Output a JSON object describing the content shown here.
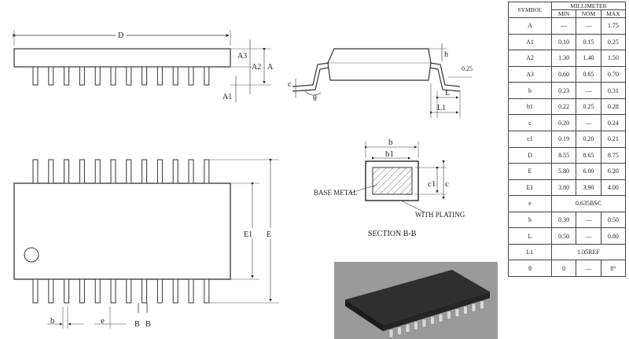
{
  "views": {
    "top": {
      "dim_d": "D",
      "dim_a3": "A3",
      "dim_a2": "A2",
      "dim_a": "A",
      "dim_a1": "A1"
    },
    "side": {
      "dim_h": "h",
      "dim_025": "0.25",
      "dim_c": "c",
      "dim_theta": "θ",
      "dim_l": "L",
      "dim_l1": "L1"
    },
    "section": {
      "dim_b": "b",
      "dim_b1": "b1",
      "dim_c1": "c1",
      "dim_c": "c",
      "base_metal": "BASE METAL",
      "with_plating": "WITH PLATING",
      "title": "SECTION B-B"
    },
    "plan": {
      "dim_e1": "E1",
      "dim_e": "E",
      "dim_b": "b",
      "dim_e_pitch": "e",
      "section_mark_left": "B",
      "section_mark_right": "B"
    }
  },
  "table": {
    "header_symbol": "SYMBOL",
    "header_unit": "MILLIMETER",
    "header_min": "MIN",
    "header_nom": "NOM",
    "header_max": "MAX",
    "rows": [
      {
        "symbol": "A",
        "min": "—",
        "nom": "—",
        "max": "1.75"
      },
      {
        "symbol": "A1",
        "min": "0.10",
        "nom": "0.15",
        "max": "0.25"
      },
      {
        "symbol": "A2",
        "min": "1.30",
        "nom": "1.40",
        "max": "1.50"
      },
      {
        "symbol": "A3",
        "min": "0.60",
        "nom": "0.65",
        "max": "0.70"
      },
      {
        "symbol": "b",
        "min": "0.23",
        "nom": "—",
        "max": "0.31"
      },
      {
        "symbol": "b1",
        "min": "0.22",
        "nom": "0.25",
        "max": "0.28"
      },
      {
        "symbol": "c",
        "min": "0.20",
        "nom": "—",
        "max": "0.24"
      },
      {
        "symbol": "c1",
        "min": "0.19",
        "nom": "0.20",
        "max": "0.21"
      },
      {
        "symbol": "D",
        "min": "8.55",
        "nom": "8.65",
        "max": "8.75"
      },
      {
        "symbol": "E",
        "min": "5.80",
        "nom": "6.00",
        "max": "6.20"
      },
      {
        "symbol": "E1",
        "min": "3.80",
        "nom": "3.90",
        "max": "4.00"
      }
    ],
    "row_e": {
      "symbol": "e",
      "value": "0.635BSC"
    },
    "row_h": {
      "symbol": "h",
      "min": "0.30",
      "nom": "—",
      "max": "0.50"
    },
    "row_l": {
      "symbol": "L",
      "min": "0.50",
      "nom": "—",
      "max": "0.80"
    },
    "row_l1": {
      "symbol": "L1",
      "value": "1.05REF"
    },
    "row_theta": {
      "symbol": "θ",
      "min": "0",
      "nom": "—",
      "max": "8°"
    }
  }
}
